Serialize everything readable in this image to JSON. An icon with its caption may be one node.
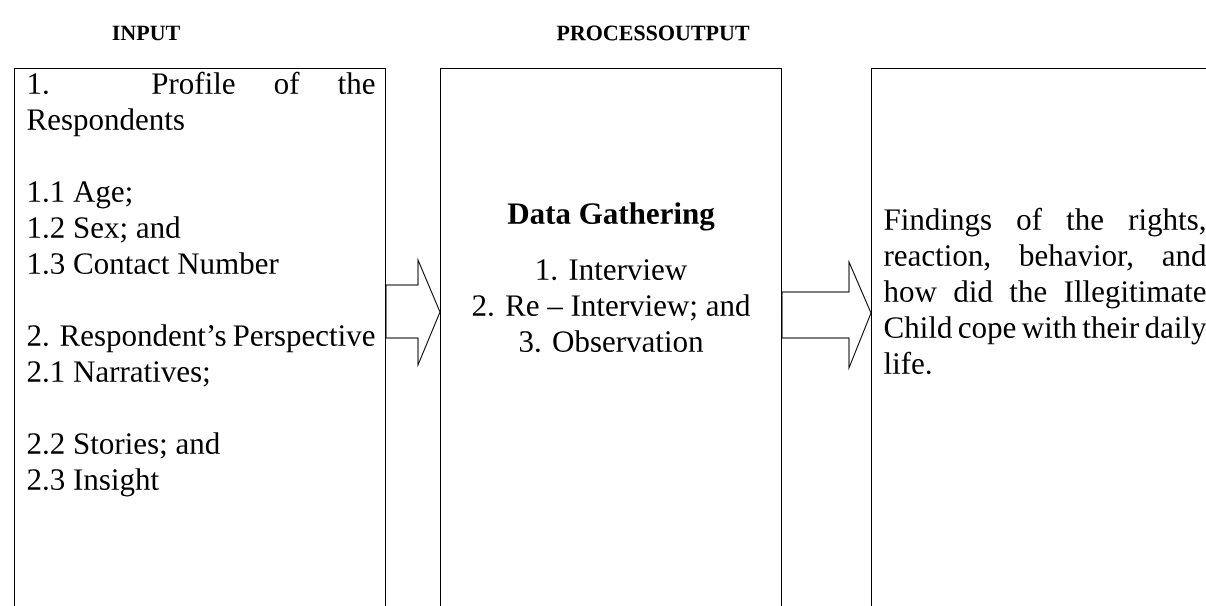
{
  "diagram": {
    "nodes": [
      {
        "text": [
          "INPUT",
          "1. Profile of the Respondents",
          "1.1 Age;",
          "1.2 Sex; and",
          "1.3 Contact Number",
          "2. Respondent’s Perspective",
          "2.1 Narratives;",
          "2.2 Stories; and",
          "2.3 Insight"
        ]
      },
      {
        "text": [
          "Data Gathering",
          "1. Interview",
          "2. Re – Interview; and",
          "3. Observation"
        ]
      },
      {
        "text": [
          "Findings of the rights, reaction, behavior, and how did the Illegitimate Child cope with their daily life."
        ]
      }
    ],
    "edges": [
      {
        "from": 0,
        "to": 1,
        "arrow": "to"
      },
      {
        "from": 1,
        "to": 2,
        "arrow": "to"
      }
    ],
    "labels": [
      "PROCESSOUTPUT"
    ]
  }
}
